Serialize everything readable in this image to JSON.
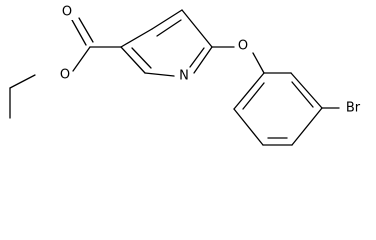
{
  "molecule": {
    "atom_labels": {
      "carbonyl_oxygen": "O",
      "ester_oxygen": "O",
      "pyridine_nitrogen": "N",
      "ether_oxygen": "O",
      "bromine": "Br"
    }
  }
}
